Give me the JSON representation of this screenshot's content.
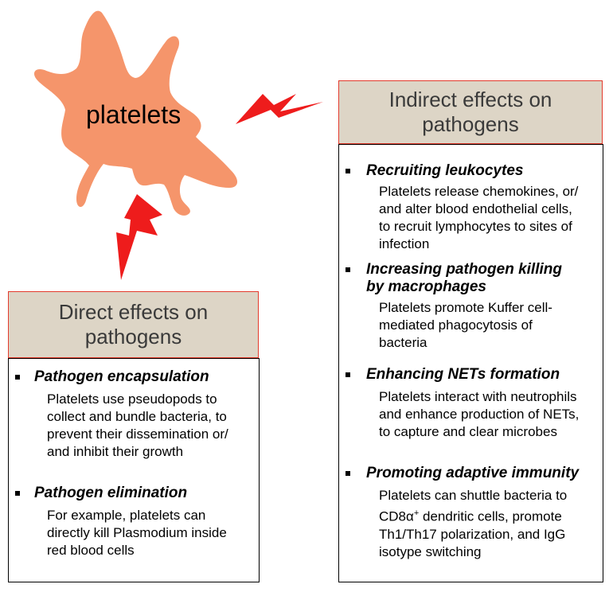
{
  "platelet_label": "platelets",
  "direct": {
    "header": [
      "Direct effects on",
      "pathogens"
    ],
    "items": [
      {
        "title": "Pathogen encapsulation",
        "desc": [
          "Platelets use pseudopods to",
          "collect and bundle bacteria, to",
          "prevent their dissemination or/",
          "and inhibit their growth"
        ]
      },
      {
        "title": "Pathogen elimination",
        "desc": [
          "For example, platelets can",
          "directly kill Plasmodium inside",
          "red blood cells"
        ]
      }
    ]
  },
  "indirect": {
    "header": [
      "Indirect effects on",
      "pathogens"
    ],
    "items": [
      {
        "title": [
          "Recruiting leukocytes"
        ],
        "desc": [
          "Platelets release chemokines, or/",
          "and alter blood endothelial cells,",
          "to recruit lymphocytes to sites of",
          "infection"
        ]
      },
      {
        "title": [
          "Increasing pathogen killing",
          "by macrophages"
        ],
        "desc": [
          "Platelets promote Kuffer cell-",
          "mediated phagocytosis of",
          "bacteria"
        ]
      },
      {
        "title": [
          "Enhancing NETs formation"
        ],
        "desc": [
          "Platelets interact with neutrophils",
          "and enhance production of NETs,",
          "to capture and clear microbes"
        ]
      },
      {
        "title": [
          "Promoting adaptive immunity"
        ],
        "desc_line1_pre": "Platelets can shuttle bacteria to",
        "desc_line2_pre": "CD8",
        "desc_alpha": "α",
        "desc_sup": "+",
        "desc_line2_post": " dendritic cells, promote",
        "desc": [
          "Th1/Th17 polarization, and IgG",
          "isotype switching"
        ]
      }
    ]
  },
  "colors": {
    "platelet": "#f5956b",
    "header_fill": "#ddd5c6",
    "header_border": "#e33a2c",
    "bolt": "#ee1c1c"
  }
}
